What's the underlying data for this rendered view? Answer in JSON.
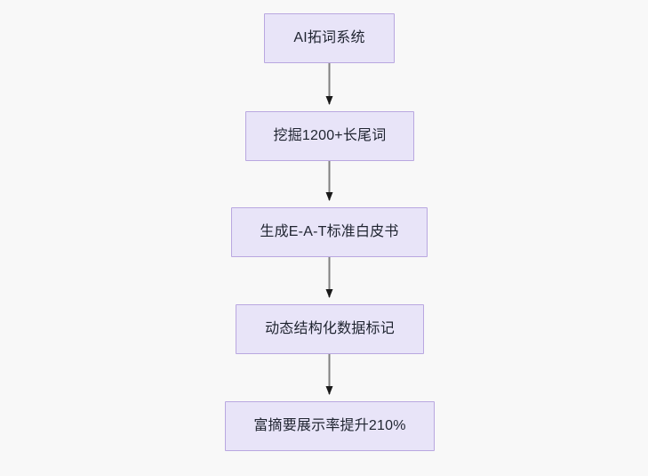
{
  "diagram": {
    "type": "flowchart",
    "direction": "top-down",
    "background_color": "#f8f8f8",
    "node_fill_color": "#e8e4f8",
    "node_border_color": "#b9a7e0",
    "node_text_color": "#1f2430",
    "edge_color": "#7f7f7f",
    "arrowhead_color": "#1a1a1a",
    "nodes": [
      {
        "id": "n0",
        "label": "AI拓词系统"
      },
      {
        "id": "n1",
        "label": "挖掘1200+长尾词"
      },
      {
        "id": "n2",
        "label": "生成E-A-T标准白皮书"
      },
      {
        "id": "n3",
        "label": "动态结构化数据标记"
      },
      {
        "id": "n4",
        "label": "富摘要展示率提升210%"
      }
    ],
    "edges": [
      {
        "from": "n0",
        "to": "n1",
        "label": ""
      },
      {
        "from": "n1",
        "to": "n2",
        "label": ""
      },
      {
        "from": "n2",
        "to": "n3",
        "label": ""
      },
      {
        "from": "n3",
        "to": "n4",
        "label": ""
      }
    ]
  }
}
